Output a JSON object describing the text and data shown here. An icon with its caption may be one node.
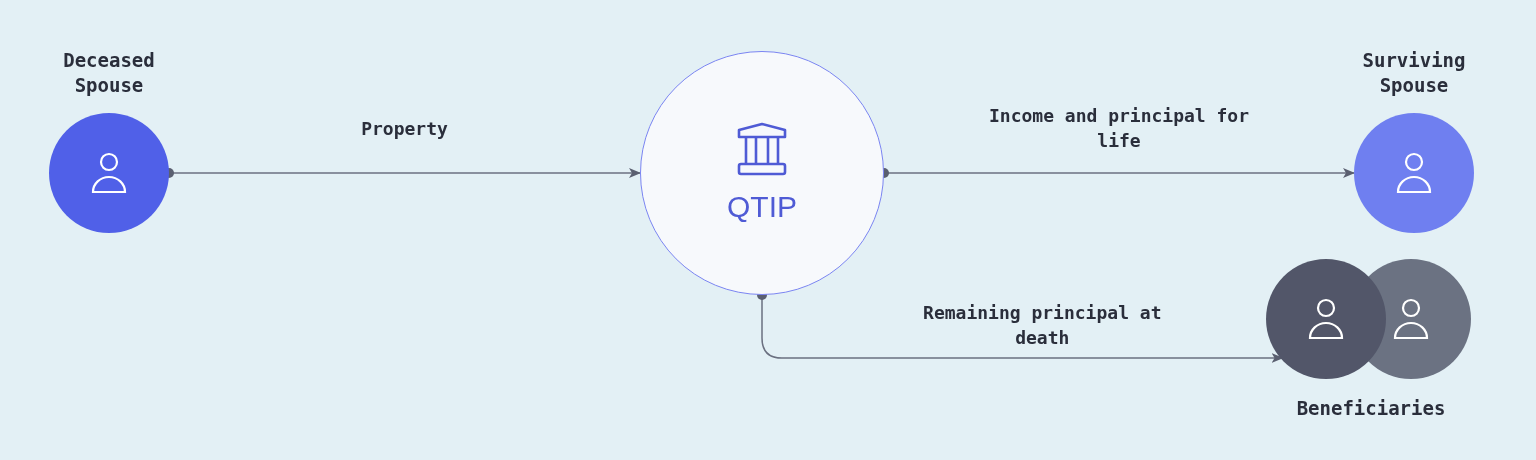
{
  "diagram": {
    "nodes": [
      {
        "text": [
          "Deceased Spouse"
        ]
      },
      {
        "text": [
          "QTIP"
        ]
      },
      {
        "text": [
          "Surviving Spouse"
        ]
      },
      {
        "text": [
          "Beneficiaries"
        ]
      }
    ],
    "edges": [
      {
        "from": 0,
        "to": 1,
        "arrow": "to",
        "label": "Property"
      },
      {
        "from": 1,
        "to": 2,
        "arrow": "to",
        "label": "Income and principal for life"
      },
      {
        "from": 1,
        "to": 3,
        "arrow": "to",
        "label": "Remaining principal at death"
      }
    ]
  }
}
